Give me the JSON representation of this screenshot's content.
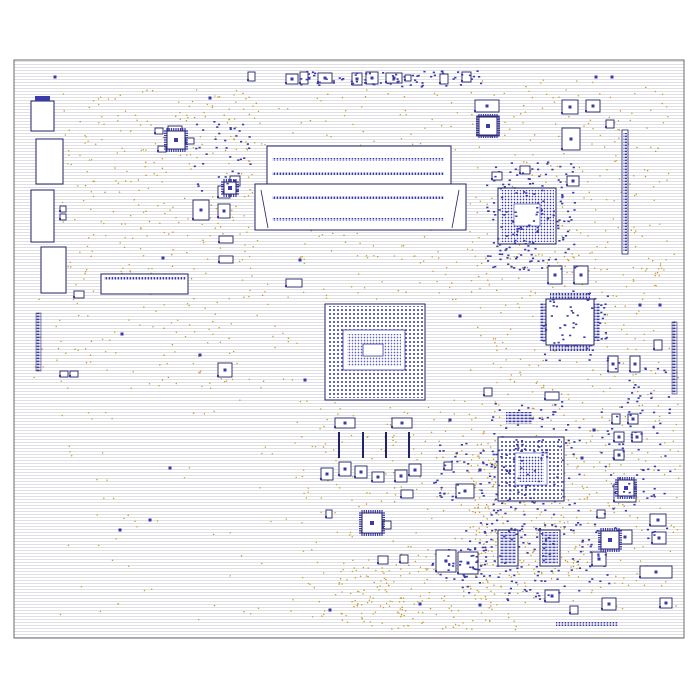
{
  "viewer": {
    "title": "",
    "board_name": ""
  },
  "palette": {
    "background": "#ffffff",
    "hatch_line": "#d9d9dd",
    "outline": "#6b6b6b",
    "silkscreen": "#222266",
    "pad_blue": "#3a3aa8",
    "pad_blue_light": "#8a8ad0",
    "via_yellow": "#c9a227",
    "pin_orange": "#d08a1e"
  },
  "components": {
    "bga_packages": [
      "cpu-socket",
      "pch-bga",
      "north-bga",
      "super-io-bga",
      "right-mid-qfp"
    ],
    "connectors": [
      "dimm-slot",
      "io-header",
      "usb-ports",
      "sata-ports",
      "side-headers"
    ],
    "misc": [
      "passive-groups",
      "test-points",
      "vias"
    ]
  }
}
